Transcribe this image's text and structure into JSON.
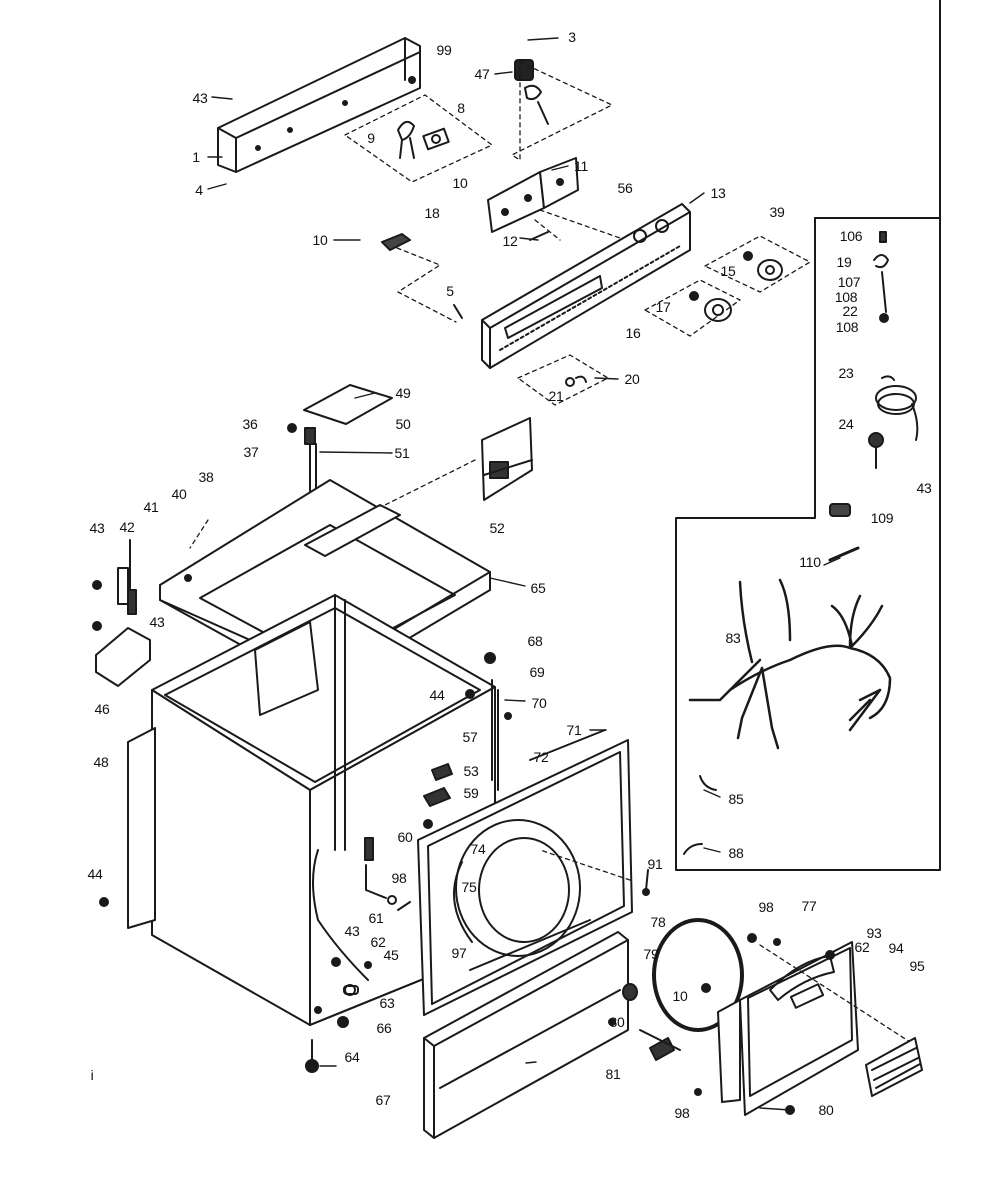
{
  "diagram": {
    "callouts": [
      {
        "id": "c43a",
        "text": "43"
      },
      {
        "id": "c99",
        "text": "99"
      },
      {
        "id": "c3",
        "text": "3"
      },
      {
        "id": "c47",
        "text": "47"
      },
      {
        "id": "c8",
        "text": "8"
      },
      {
        "id": "c1",
        "text": "1"
      },
      {
        "id": "c9",
        "text": "9"
      },
      {
        "id": "c4",
        "text": "4"
      },
      {
        "id": "c10a",
        "text": "10"
      },
      {
        "id": "c11",
        "text": "11"
      },
      {
        "id": "c56",
        "text": "56"
      },
      {
        "id": "c13",
        "text": "13"
      },
      {
        "id": "c39",
        "text": "39"
      },
      {
        "id": "c10b",
        "text": "10"
      },
      {
        "id": "c18",
        "text": "18"
      },
      {
        "id": "c12",
        "text": "12"
      },
      {
        "id": "c15",
        "text": "15"
      },
      {
        "id": "c5",
        "text": "5"
      },
      {
        "id": "c17",
        "text": "17"
      },
      {
        "id": "c16",
        "text": "16"
      },
      {
        "id": "c20",
        "text": "20"
      },
      {
        "id": "c21",
        "text": "21"
      },
      {
        "id": "c49",
        "text": "49"
      },
      {
        "id": "c36",
        "text": "36"
      },
      {
        "id": "c50",
        "text": "50"
      },
      {
        "id": "c37",
        "text": "37"
      },
      {
        "id": "c51",
        "text": "51"
      },
      {
        "id": "c38",
        "text": "38"
      },
      {
        "id": "c52",
        "text": "52"
      },
      {
        "id": "c43b",
        "text": "43"
      },
      {
        "id": "c42",
        "text": "42"
      },
      {
        "id": "c41",
        "text": "41"
      },
      {
        "id": "c40",
        "text": "40"
      },
      {
        "id": "c65",
        "text": "65"
      },
      {
        "id": "c43c",
        "text": "43"
      },
      {
        "id": "c46",
        "text": "46"
      },
      {
        "id": "c68",
        "text": "68"
      },
      {
        "id": "c69",
        "text": "69"
      },
      {
        "id": "c44a",
        "text": "44"
      },
      {
        "id": "c70",
        "text": "70"
      },
      {
        "id": "c71",
        "text": "71"
      },
      {
        "id": "c48",
        "text": "48"
      },
      {
        "id": "c57",
        "text": "57"
      },
      {
        "id": "c72",
        "text": "72"
      },
      {
        "id": "c53",
        "text": "53"
      },
      {
        "id": "c59",
        "text": "59"
      },
      {
        "id": "c60a",
        "text": "60"
      },
      {
        "id": "c74",
        "text": "74"
      },
      {
        "id": "c91",
        "text": "91"
      },
      {
        "id": "c44b",
        "text": "44"
      },
      {
        "id": "c98a",
        "text": "98"
      },
      {
        "id": "c75",
        "text": "75"
      },
      {
        "id": "c61",
        "text": "61"
      },
      {
        "id": "c62a",
        "text": "62"
      },
      {
        "id": "c97",
        "text": "97"
      },
      {
        "id": "c43d",
        "text": "43"
      },
      {
        "id": "c45",
        "text": "45"
      },
      {
        "id": "c63",
        "text": "63"
      },
      {
        "id": "c66",
        "text": "66"
      },
      {
        "id": "c64",
        "text": "64"
      },
      {
        "id": "c67",
        "text": "67"
      },
      {
        "id": "c78",
        "text": "78"
      },
      {
        "id": "c79",
        "text": "79"
      },
      {
        "id": "c10c",
        "text": "10"
      },
      {
        "id": "c80a",
        "text": "80"
      },
      {
        "id": "c81",
        "text": "81"
      },
      {
        "id": "c98b",
        "text": "98"
      },
      {
        "id": "c98c",
        "text": "98"
      },
      {
        "id": "c77",
        "text": "77"
      },
      {
        "id": "c93",
        "text": "93"
      },
      {
        "id": "c62b",
        "text": "62"
      },
      {
        "id": "c94",
        "text": "94"
      },
      {
        "id": "c95",
        "text": "95"
      },
      {
        "id": "c80b",
        "text": "80"
      },
      {
        "id": "c106",
        "text": "106"
      },
      {
        "id": "c19",
        "text": "19"
      },
      {
        "id": "c107",
        "text": "107"
      },
      {
        "id": "c108a",
        "text": "108"
      },
      {
        "id": "c22",
        "text": "22"
      },
      {
        "id": "c108b",
        "text": "108"
      },
      {
        "id": "c23",
        "text": "23"
      },
      {
        "id": "c24",
        "text": "24"
      },
      {
        "id": "c43e",
        "text": "43"
      },
      {
        "id": "c109",
        "text": "109"
      },
      {
        "id": "c110",
        "text": "110"
      },
      {
        "id": "c83",
        "text": "83"
      },
      {
        "id": "c85",
        "text": "85"
      },
      {
        "id": "c88",
        "text": "88"
      },
      {
        "id": "ci",
        "text": "i"
      }
    ]
  }
}
